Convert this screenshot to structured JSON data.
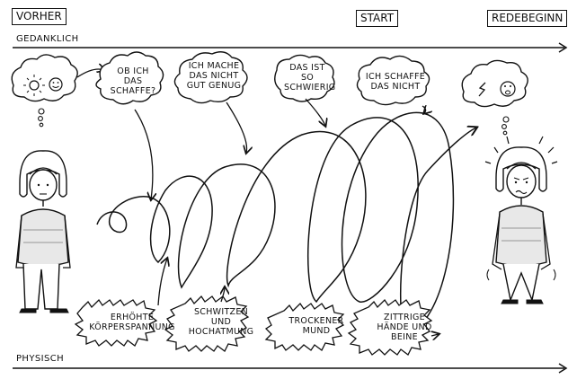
{
  "headers": {
    "before": "VORHER",
    "start": "START",
    "speech_start": "REDEBEGINN"
  },
  "rows": {
    "mental": "GEDANKLICH",
    "physical": "PHYSISCH"
  },
  "thoughts": [
    "OB ICH DAS SCHAFFE?",
    "ICH MACHE DAS NICHT GUT GENUG",
    "DAS IST SO SCHWIERIG",
    "ICH SCHAFFE DAS NICHT"
  ],
  "symptoms": [
    "ERHÖHTE KÖRPERSPANNUNG",
    "SCHWITZEN UND HOCHATMUNG",
    "TROCKENER MUND",
    "ZITTRIGE HÄNDE UND BEINE"
  ],
  "colors": {
    "ink": "#111111",
    "hair": "#ffffff",
    "sweater": "#e8e8e8"
  }
}
